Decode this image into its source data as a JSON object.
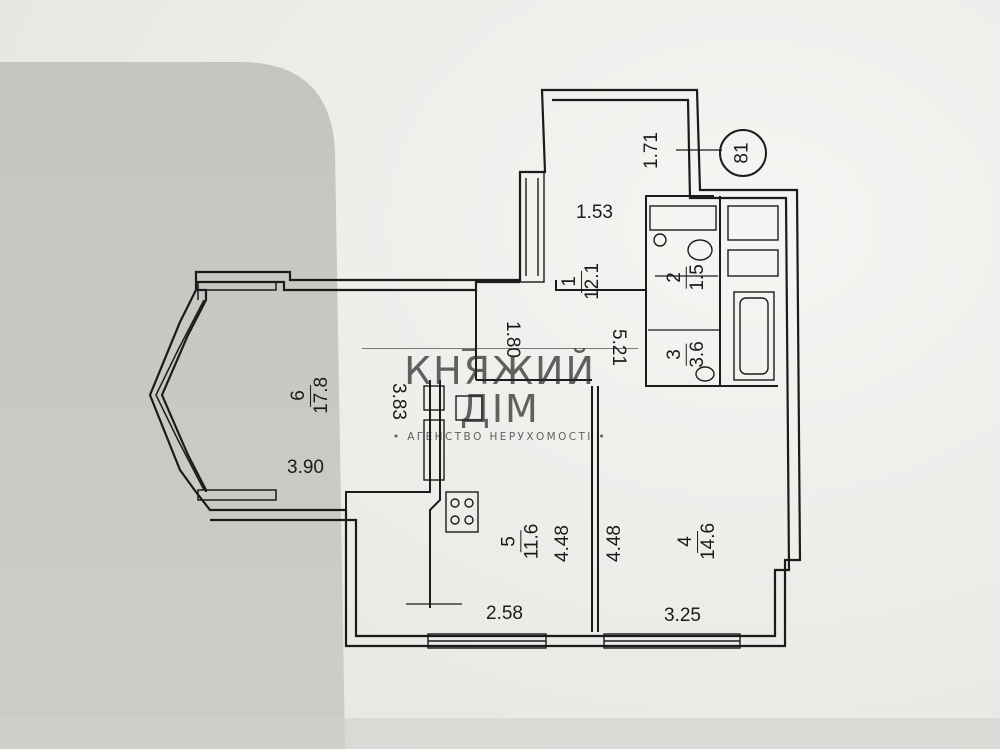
{
  "colors": {
    "paper": "#f4f3f1",
    "shadow": "#c9c7c3",
    "ink": "#1b1b1b",
    "watermark": "#3a3a3a"
  },
  "plan": {
    "apartment_number": "81",
    "rooms": [
      {
        "number": "1",
        "area": "12.1"
      },
      {
        "number": "2",
        "area": "1.5"
      },
      {
        "number": "3",
        "area": "3.6"
      },
      {
        "number": "4",
        "area": "14.6"
      },
      {
        "number": "5",
        "area": "11.6"
      },
      {
        "number": "6",
        "area": "17.8"
      }
    ],
    "dimensions": [
      "1.71",
      "1.53",
      "1.80",
      "5.21",
      "3.83",
      "3.90",
      "4.48",
      "4.48",
      "2.58",
      "3.25"
    ]
  },
  "watermark": {
    "title": "КНЯЖИЙ ДІМ",
    "subtitle": "• АГЕНСТВО НЕРУХОМОСТІ •"
  }
}
